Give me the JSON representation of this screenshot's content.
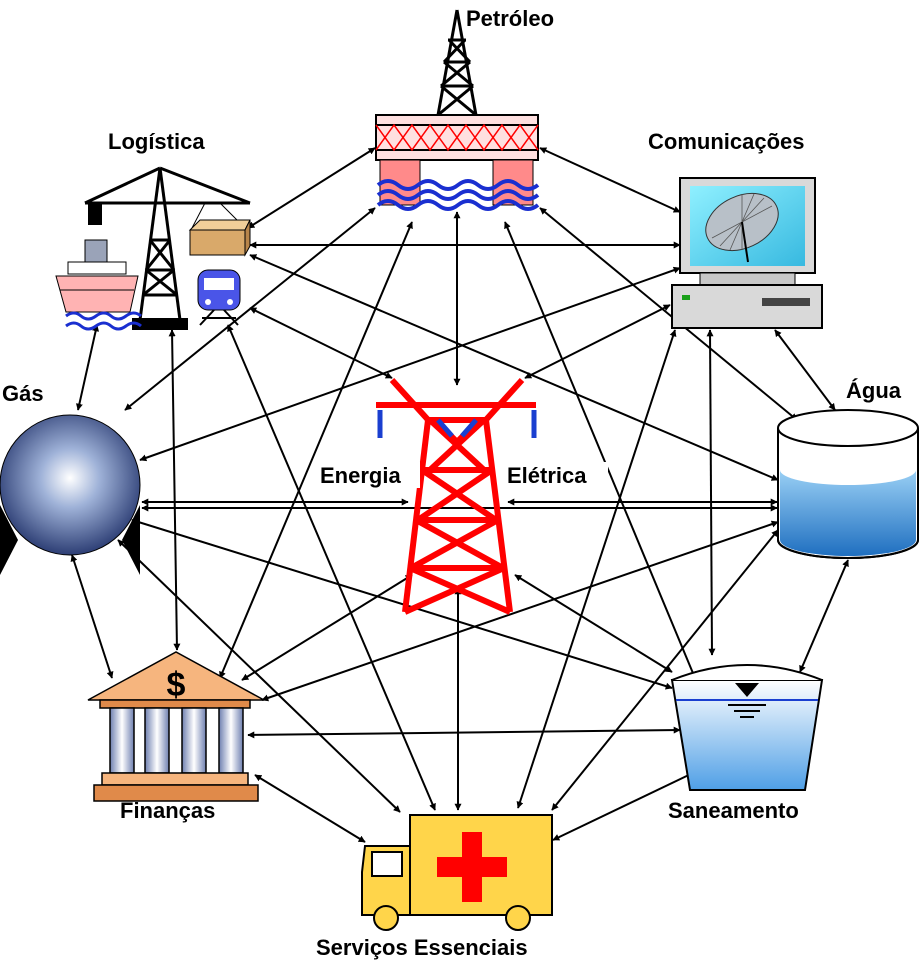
{
  "nodes": {
    "petroleo": {
      "label": "Petróleo",
      "icon": "oil-platform-icon"
    },
    "logistica": {
      "label": "Logística",
      "icon": "logistics-icon"
    },
    "comunicacoes": {
      "label": "Comunicações",
      "icon": "computer-satellite-icon"
    },
    "gas": {
      "label": "Gás",
      "icon": "gas-sphere-icon"
    },
    "agua": {
      "label": "Água",
      "icon": "water-tank-icon"
    },
    "energia": {
      "label": "Energia",
      "icon": "power-tower-icon"
    },
    "eletrica": {
      "label": "Elétrica"
    },
    "financas": {
      "label": "Finanças",
      "icon": "bank-icon"
    },
    "saneamento": {
      "label": "Saneamento",
      "icon": "sanitation-basin-icon"
    },
    "servicos": {
      "label": "Serviços Essenciais",
      "icon": "ambulance-icon"
    }
  },
  "colors": {
    "tower": "#ff0000",
    "arrows": "#000000",
    "sphere": "#2a3f7a",
    "water": "#3b8ed8",
    "bank": "#f0a060",
    "truck": "#ffd54a"
  }
}
